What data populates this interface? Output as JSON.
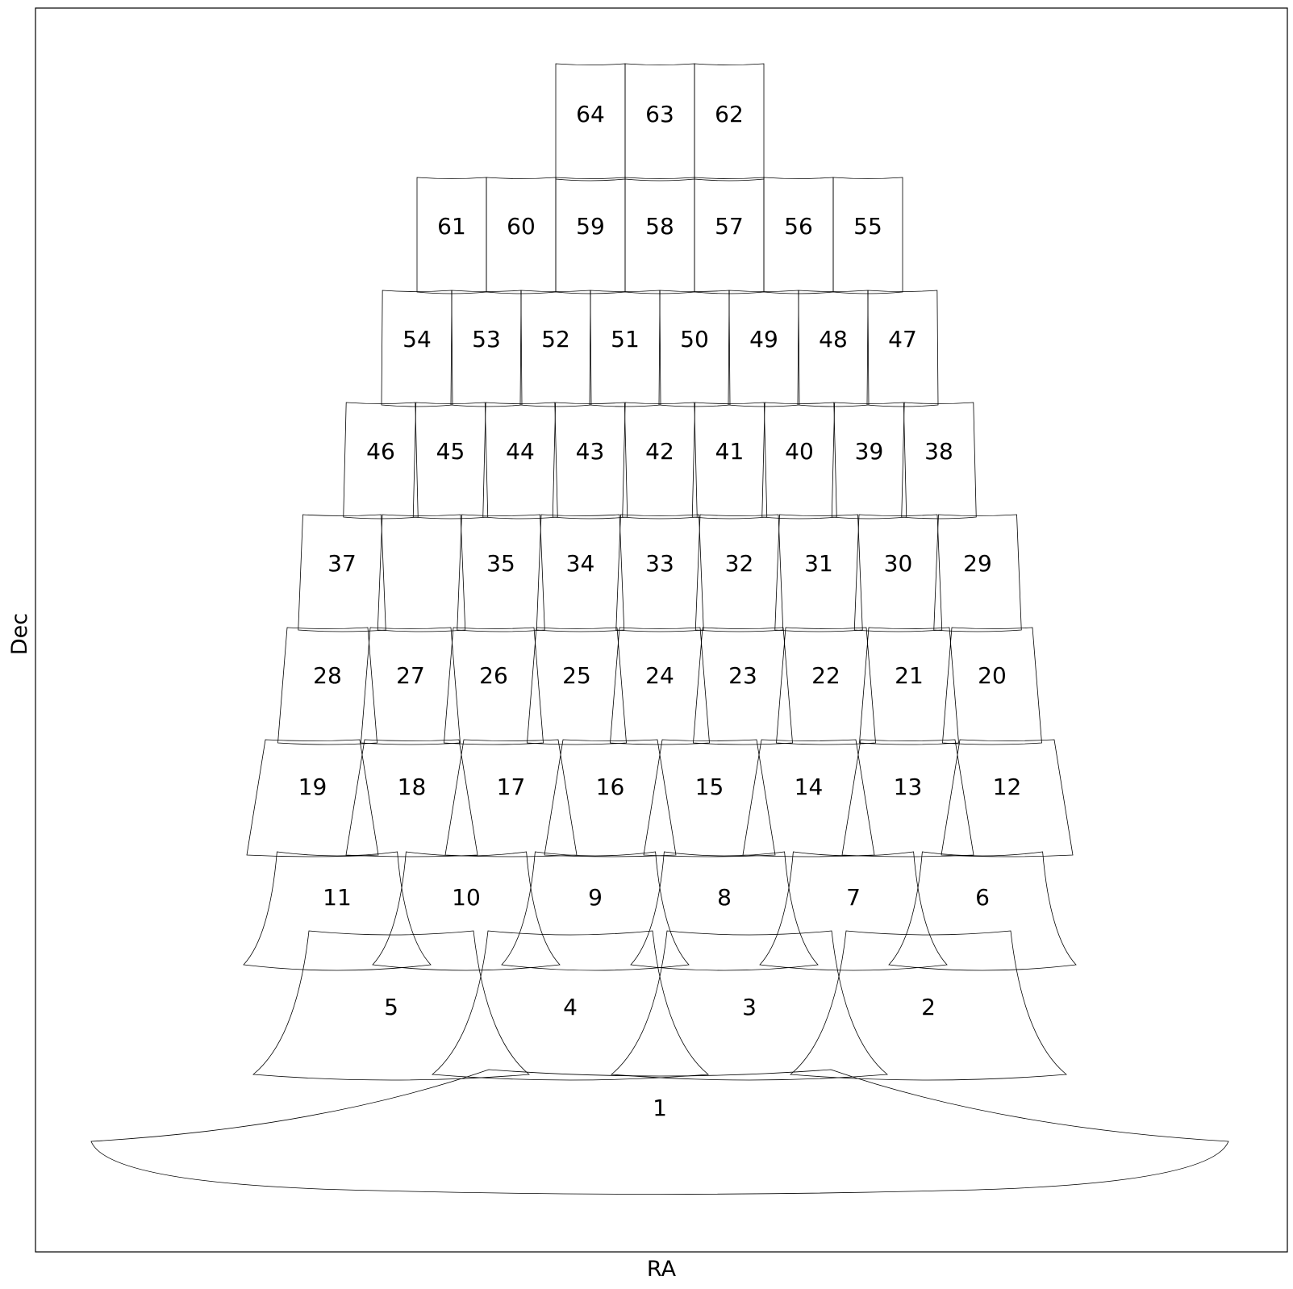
{
  "chart_data": {
    "type": "scatter",
    "xlabel": "RA",
    "ylabel": "Dec",
    "grid": false,
    "rows": [
      {
        "tiles": [
          {
            "id": "1",
            "label": "1"
          }
        ]
      },
      {
        "tiles": [
          {
            "id": "5",
            "label": "5"
          },
          {
            "id": "4",
            "label": "4"
          },
          {
            "id": "3",
            "label": "3"
          },
          {
            "id": "2",
            "label": "2"
          }
        ]
      },
      {
        "tiles": [
          {
            "id": "11",
            "label": "11"
          },
          {
            "id": "10",
            "label": "10"
          },
          {
            "id": "9",
            "label": "9"
          },
          {
            "id": "8",
            "label": "8"
          },
          {
            "id": "7",
            "label": "7"
          },
          {
            "id": "6",
            "label": "6"
          }
        ]
      },
      {
        "tiles": [
          {
            "id": "19",
            "label": "19"
          },
          {
            "id": "18",
            "label": "18"
          },
          {
            "id": "17",
            "label": "17"
          },
          {
            "id": "16",
            "label": "16"
          },
          {
            "id": "15",
            "label": "15"
          },
          {
            "id": "14",
            "label": "14"
          },
          {
            "id": "13",
            "label": "13"
          },
          {
            "id": "12",
            "label": "12"
          }
        ]
      },
      {
        "tiles": [
          {
            "id": "28",
            "label": "28"
          },
          {
            "id": "27",
            "label": "27"
          },
          {
            "id": "26",
            "label": "26"
          },
          {
            "id": "25",
            "label": "25"
          },
          {
            "id": "24",
            "label": "24"
          },
          {
            "id": "23",
            "label": "23"
          },
          {
            "id": "22",
            "label": "22"
          },
          {
            "id": "21",
            "label": "21"
          },
          {
            "id": "20",
            "label": "20"
          }
        ]
      },
      {
        "tiles": [
          {
            "id": "37",
            "label": "37"
          },
          {
            "id": "36",
            "label": ""
          },
          {
            "id": "35",
            "label": "35"
          },
          {
            "id": "34",
            "label": "34"
          },
          {
            "id": "33",
            "label": "33"
          },
          {
            "id": "32",
            "label": "32"
          },
          {
            "id": "31",
            "label": "31"
          },
          {
            "id": "30",
            "label": "30"
          },
          {
            "id": "29",
            "label": "29"
          }
        ]
      },
      {
        "tiles": [
          {
            "id": "46",
            "label": "46"
          },
          {
            "id": "45",
            "label": "45"
          },
          {
            "id": "44",
            "label": "44"
          },
          {
            "id": "43",
            "label": "43"
          },
          {
            "id": "42",
            "label": "42"
          },
          {
            "id": "41",
            "label": "41"
          },
          {
            "id": "40",
            "label": "40"
          },
          {
            "id": "39",
            "label": "39"
          },
          {
            "id": "38",
            "label": "38"
          }
        ]
      },
      {
        "tiles": [
          {
            "id": "54",
            "label": "54"
          },
          {
            "id": "53",
            "label": "53"
          },
          {
            "id": "52",
            "label": "52"
          },
          {
            "id": "51",
            "label": "51"
          },
          {
            "id": "50",
            "label": "50"
          },
          {
            "id": "49",
            "label": "49"
          },
          {
            "id": "48",
            "label": "48"
          },
          {
            "id": "47",
            "label": "47"
          }
        ]
      },
      {
        "tiles": [
          {
            "id": "61",
            "label": "61"
          },
          {
            "id": "60",
            "label": "60"
          },
          {
            "id": "59",
            "label": "59"
          },
          {
            "id": "58",
            "label": "58"
          },
          {
            "id": "57",
            "label": "57"
          },
          {
            "id": "56",
            "label": "56"
          },
          {
            "id": "55",
            "label": "55"
          }
        ]
      },
      {
        "tiles": [
          {
            "id": "64",
            "label": "64"
          },
          {
            "id": "63",
            "label": "63"
          },
          {
            "id": "62",
            "label": "62"
          }
        ]
      }
    ]
  }
}
